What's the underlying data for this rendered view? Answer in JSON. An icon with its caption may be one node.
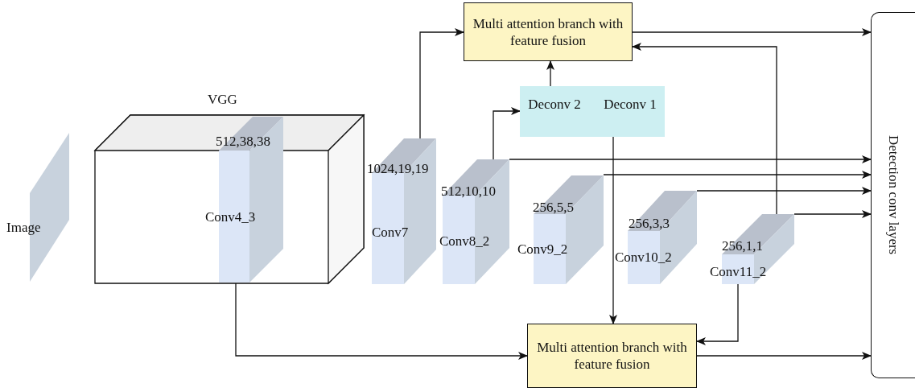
{
  "diagram": {
    "nodes": [
      {
        "text": [
          "VGG"
        ]
      },
      {
        "text": [
          "512,38,38",
          "Conv4_3"
        ],
        "in": 0
      },
      {
        "text": [
          "1024,19,19",
          "Conv7"
        ]
      },
      {
        "text": [
          "512,10,10",
          "Conv8_2"
        ]
      },
      {
        "text": [
          "256,5,5",
          "Conv9_2"
        ]
      },
      {
        "text": [
          "256,3,3",
          "Conv10_2"
        ]
      },
      {
        "text": [
          "256,1,1",
          "Conv11_2"
        ]
      },
      {
        "text": [
          "Multi attention branch with feature fusion"
        ]
      },
      {
        "text": [
          "Deconv 2",
          "Deconv 1"
        ]
      },
      {
        "text": [
          "Multi attention branch with feature fusion"
        ]
      },
      {
        "text": [
          "Detection conv layers"
        ]
      }
    ],
    "edges": [
      {
        "from": 1,
        "to": 9,
        "arrow": "to"
      },
      {
        "from": 2,
        "to": 7,
        "arrow": "to"
      },
      {
        "from": 7,
        "to": 10,
        "arrow": "to"
      },
      {
        "from": 6,
        "to": 7,
        "arrow": "to"
      },
      {
        "from": 8,
        "to": 7,
        "arrow": "to"
      },
      {
        "from": 3,
        "to": 8,
        "arrow": "to"
      },
      {
        "from": 3,
        "to": 10,
        "arrow": "to"
      },
      {
        "from": 4,
        "to": 10,
        "arrow": "to"
      },
      {
        "from": 5,
        "to": 10,
        "arrow": "to"
      },
      {
        "from": 6,
        "to": 10,
        "arrow": "to"
      },
      {
        "from": 8,
        "to": 9,
        "arrow": "to"
      },
      {
        "from": 6,
        "to": 9,
        "arrow": "to"
      },
      {
        "from": 9,
        "to": 10,
        "arrow": "to"
      }
    ],
    "labels": [
      "Image"
    ]
  }
}
